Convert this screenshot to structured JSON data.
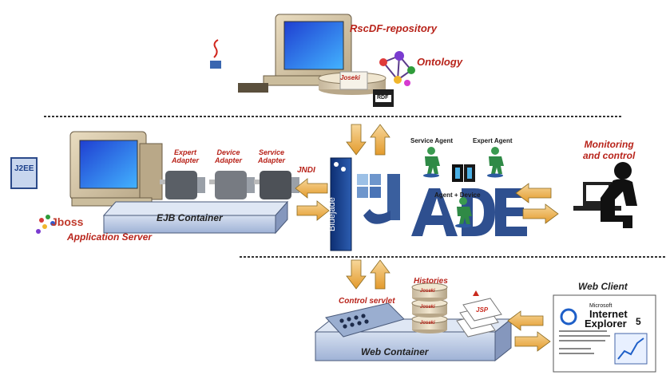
{
  "repository": {
    "title": "RscDF-repository",
    "ontology": "Ontology",
    "db_label": "Joseki",
    "rdf_badge": "RDF"
  },
  "app_server": {
    "j2ee": "J2EE",
    "adapters": [
      "Expert\nAdapter",
      "Device\nAdapter",
      "Service\nAdapter"
    ],
    "ejb_container": "EJB Container",
    "jboss_logo": "Jboss",
    "server_label": "Application Server"
  },
  "jndi": "JNDI",
  "bluejade": "Bluejade",
  "jade": {
    "logo": "Jade",
    "agents": [
      "Service Agent",
      "Expert Agent",
      "Agent + Device"
    ]
  },
  "monitoring": {
    "label": "Monitoring\nand control"
  },
  "web": {
    "container": "Web Container",
    "control_servlet": "Control servlet",
    "histories": "Histories",
    "db_labels": [
      "Joseki",
      "Joseki",
      "Joseki"
    ],
    "jsp": "JSP",
    "client_title": "Web Client",
    "ie_brand_1": "Microsoft",
    "ie_brand_2": "Internet",
    "ie_brand_3": "Explorer",
    "ie_version": "5"
  },
  "colors": {
    "label_red": "#b8231a",
    "arrow_orange": "#e9a63a",
    "container_blue": "#b9c8e4",
    "jade_blue": "#2e4f8f"
  }
}
